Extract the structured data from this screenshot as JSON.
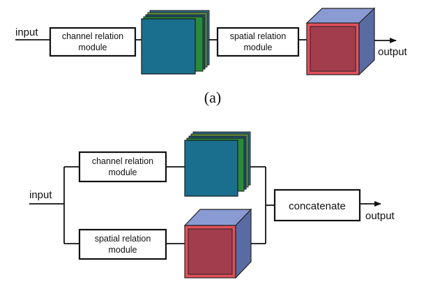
{
  "colors": {
    "line": "#111111",
    "box_fill": "#ffffff",
    "feature_front": "#1a6f8e",
    "feature_layer_1": "#2a8a3a",
    "feature_layer_2": "#2a6a8a",
    "feature_layer_3": "#6a9a3a",
    "feature_layer_4": "#1a4f6e",
    "cube_front_outer": "#e2505a",
    "cube_front_inner": "#a23d4e",
    "cube_top": "#8a9bd3",
    "cube_side": "#5a6ba3"
  },
  "diagram_a": {
    "input_label": "input",
    "channel_module": [
      "channel relation",
      "module"
    ],
    "spatial_module": [
      "spatial relation",
      "module"
    ],
    "output_label": "output",
    "caption": "(a)"
  },
  "diagram_b": {
    "input_label": "input",
    "channel_module": [
      "channel relation",
      "module"
    ],
    "spatial_module": [
      "spatial relation",
      "module"
    ],
    "concat_label": "concatenate",
    "output_label": "output"
  }
}
